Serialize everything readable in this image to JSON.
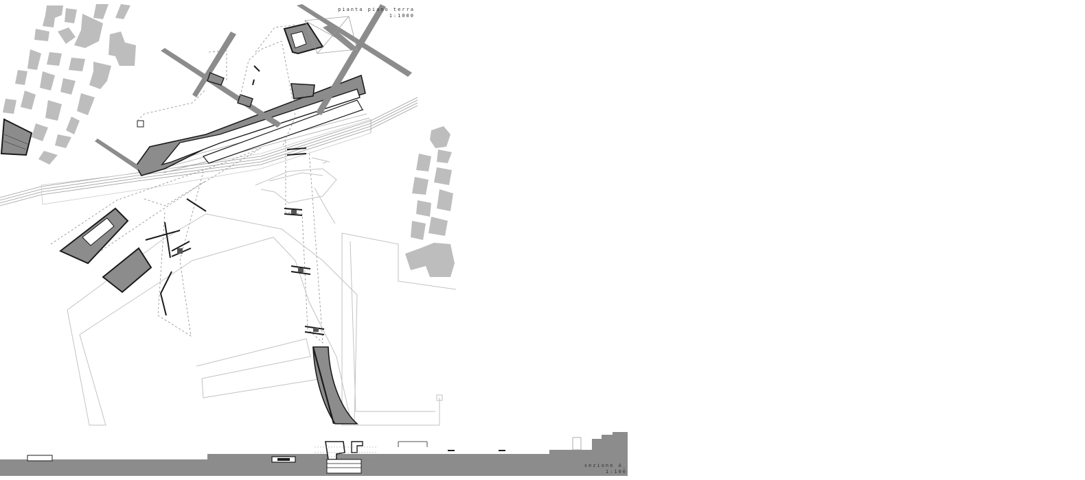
{
  "plan": {
    "title": "pianta piano terra",
    "scale": "1:1000"
  },
  "section": {
    "title": "sezione A_",
    "scale": "1:100"
  },
  "colors": {
    "building_fill": "#bdbdbd",
    "structure_fill": "#8c8c8c",
    "outline": "#1a1a1a",
    "thin_line": "#cfcfcf",
    "dashed_line": "#8a8a8a"
  }
}
